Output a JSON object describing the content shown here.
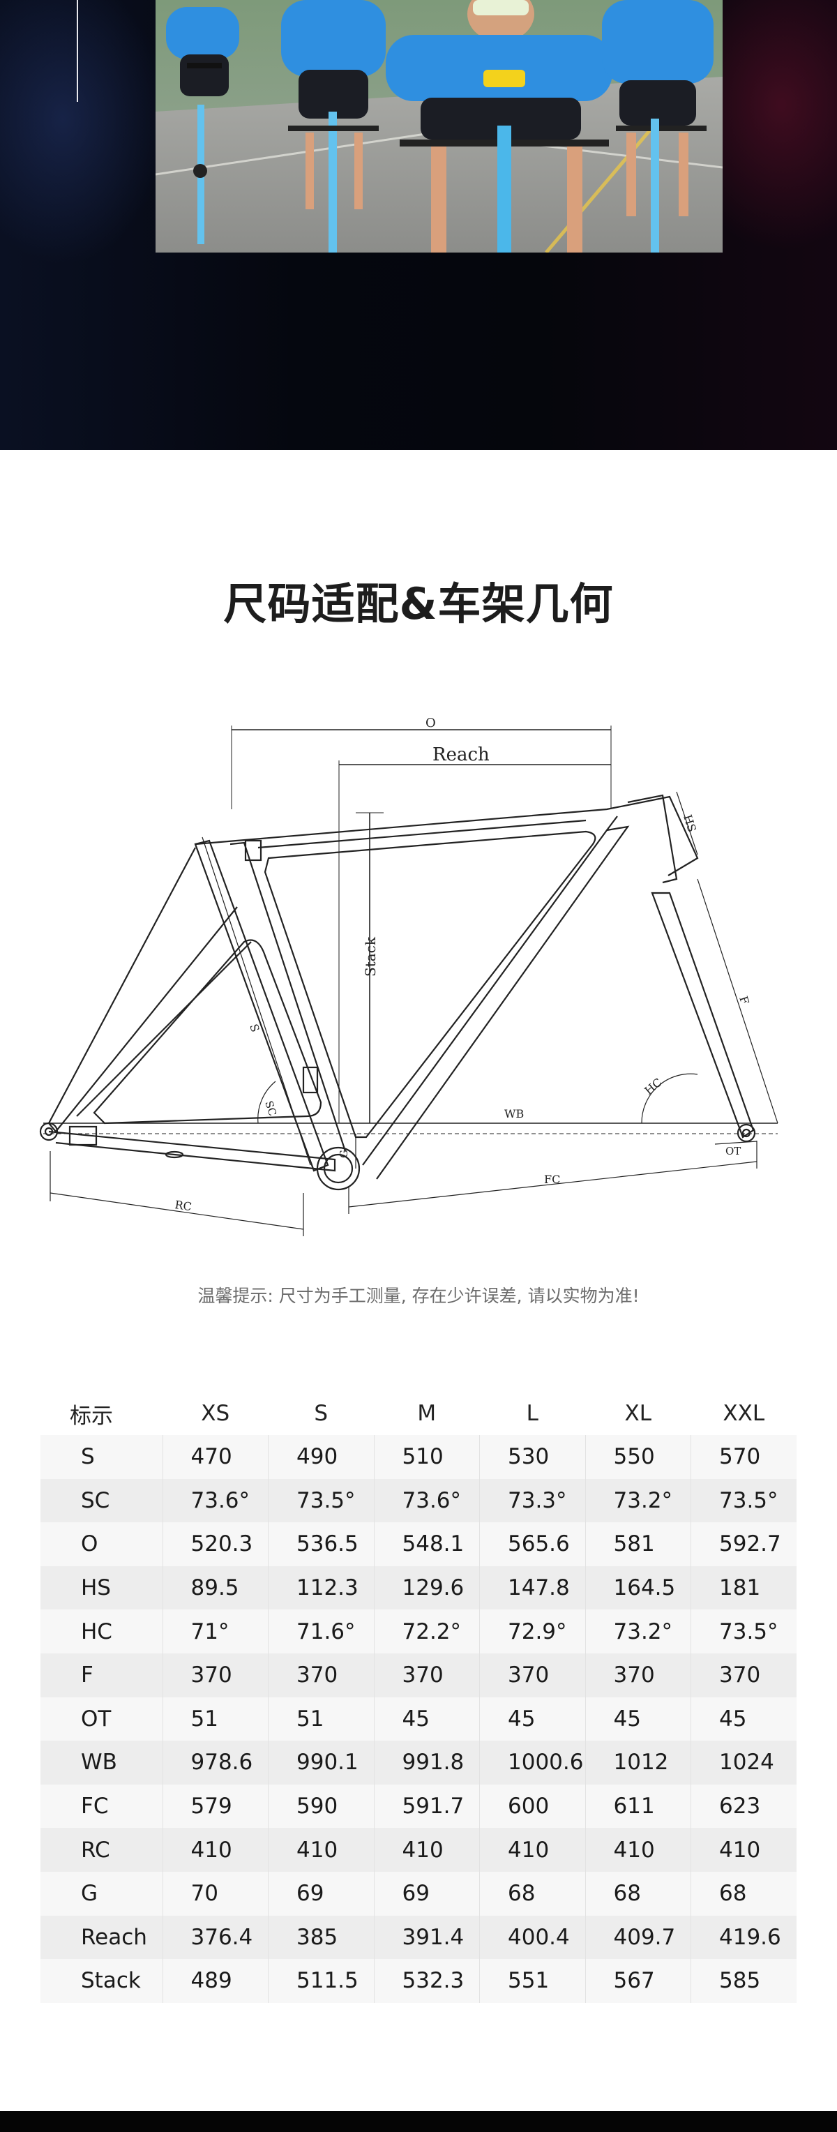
{
  "section": {
    "title": "尺码适配&车架几何",
    "note": "温馨提示: 尺寸为手工测量, 存在少许误差, 请以实物为准!"
  },
  "diagram": {
    "labels": {
      "o": "O",
      "reach": "Reach",
      "stack": "Stack",
      "hs": "HS",
      "f": "F",
      "hc": "HC",
      "wb": "WB",
      "fc": "FC",
      "rc": "RC",
      "s": "S",
      "sc": "SC",
      "g": "G",
      "ot": "OT"
    }
  },
  "table": {
    "headers": [
      "标示",
      "XS",
      "S",
      "M",
      "L",
      "XL",
      "XXL"
    ],
    "rows": [
      [
        "S",
        "470",
        "490",
        "510",
        "530",
        "550",
        "570"
      ],
      [
        "SC",
        "73.6°",
        "73.5°",
        "73.6°",
        "73.3°",
        "73.2°",
        "73.5°"
      ],
      [
        "O",
        "520.3",
        "536.5",
        "548.1",
        "565.6",
        "581",
        "592.7"
      ],
      [
        "HS",
        "89.5",
        "112.3",
        "129.6",
        "147.8",
        "164.5",
        "181"
      ],
      [
        "HC",
        "71°",
        "71.6°",
        "72.2°",
        "72.9°",
        "73.2°",
        "73.5°"
      ],
      [
        "F",
        "370",
        "370",
        "370",
        "370",
        "370",
        "370"
      ],
      [
        "OT",
        "51",
        "51",
        "45",
        "45",
        "45",
        "45"
      ],
      [
        "WB",
        "978.6",
        "990.1",
        "991.8",
        "1000.6",
        "1012",
        "1024"
      ],
      [
        "FC",
        "579",
        "590",
        "591.7",
        "600",
        "611",
        "623"
      ],
      [
        "RC",
        "410",
        "410",
        "410",
        "410",
        "410",
        "410"
      ],
      [
        "G",
        "70",
        "69",
        "69",
        "68",
        "68",
        "68"
      ],
      [
        "Reach",
        "376.4",
        "385",
        "391.4",
        "400.4",
        "409.7",
        "419.6"
      ],
      [
        "Stack",
        "489",
        "511.5",
        "532.3",
        "551",
        "567",
        "585"
      ]
    ]
  },
  "colors": {
    "hero_bg": "#05070f",
    "jersey_blue": "#2f8fe0",
    "accent_yellow": "#f3d21c",
    "table_row_light": "#f7f7f7",
    "table_row_dark": "#ededed"
  }
}
